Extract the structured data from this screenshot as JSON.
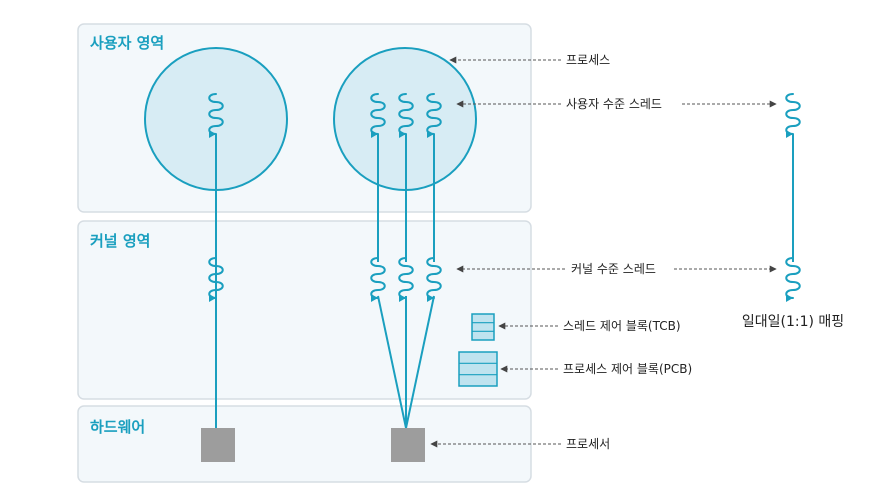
{
  "regions": {
    "user": "사용자 영역",
    "kernel": "커널 영역",
    "hardware": "하드웨어"
  },
  "callouts": {
    "process": "프로세스",
    "user_thread": "사용자 수준 스레드",
    "kernel_thread": "커널 수준 스레드",
    "tcb": "스레드 제어 블록(TCB)",
    "pcb": "프로세스 제어 블록(PCB)",
    "processor": "프로세서"
  },
  "mapping_label": "일대일(1:1) 매핑",
  "colors": {
    "accent": "#1a9fbf",
    "region_fill": "#f3f8fb",
    "region_stroke": "#d6dde3",
    "circle_fill": "#d7ecf4",
    "block_fill": "#bfe3ef",
    "processor": "#9d9d9d",
    "arrow": "#555555"
  }
}
